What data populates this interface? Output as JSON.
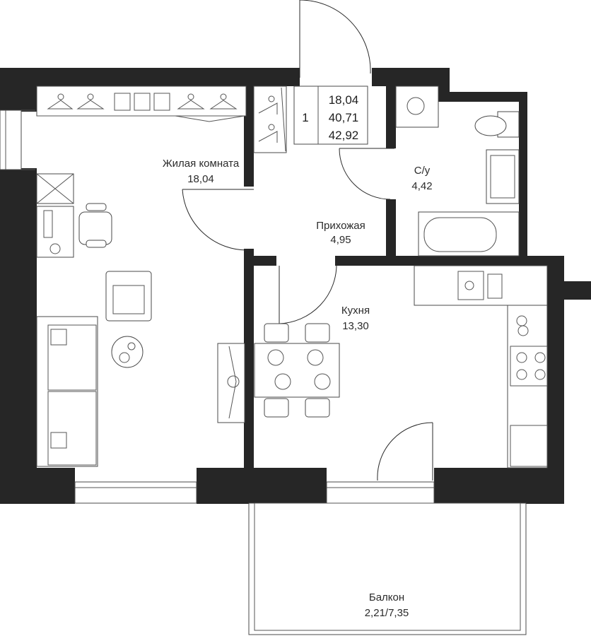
{
  "info_box": {
    "rooms": "1",
    "living_area": "18,04",
    "total_area": "40,71",
    "total_area_with_balcony": "42,92"
  },
  "rooms": {
    "living": {
      "name": "Жилая комната",
      "area": "18,04"
    },
    "hallway": {
      "name": "Прихожая",
      "area": "4,95"
    },
    "bathroom": {
      "name": "С/у",
      "area": "4,42"
    },
    "kitchen": {
      "name": "Кухня",
      "area": "13,30"
    },
    "balcony": {
      "name": "Балкон",
      "area": "2,21/7,35"
    }
  }
}
